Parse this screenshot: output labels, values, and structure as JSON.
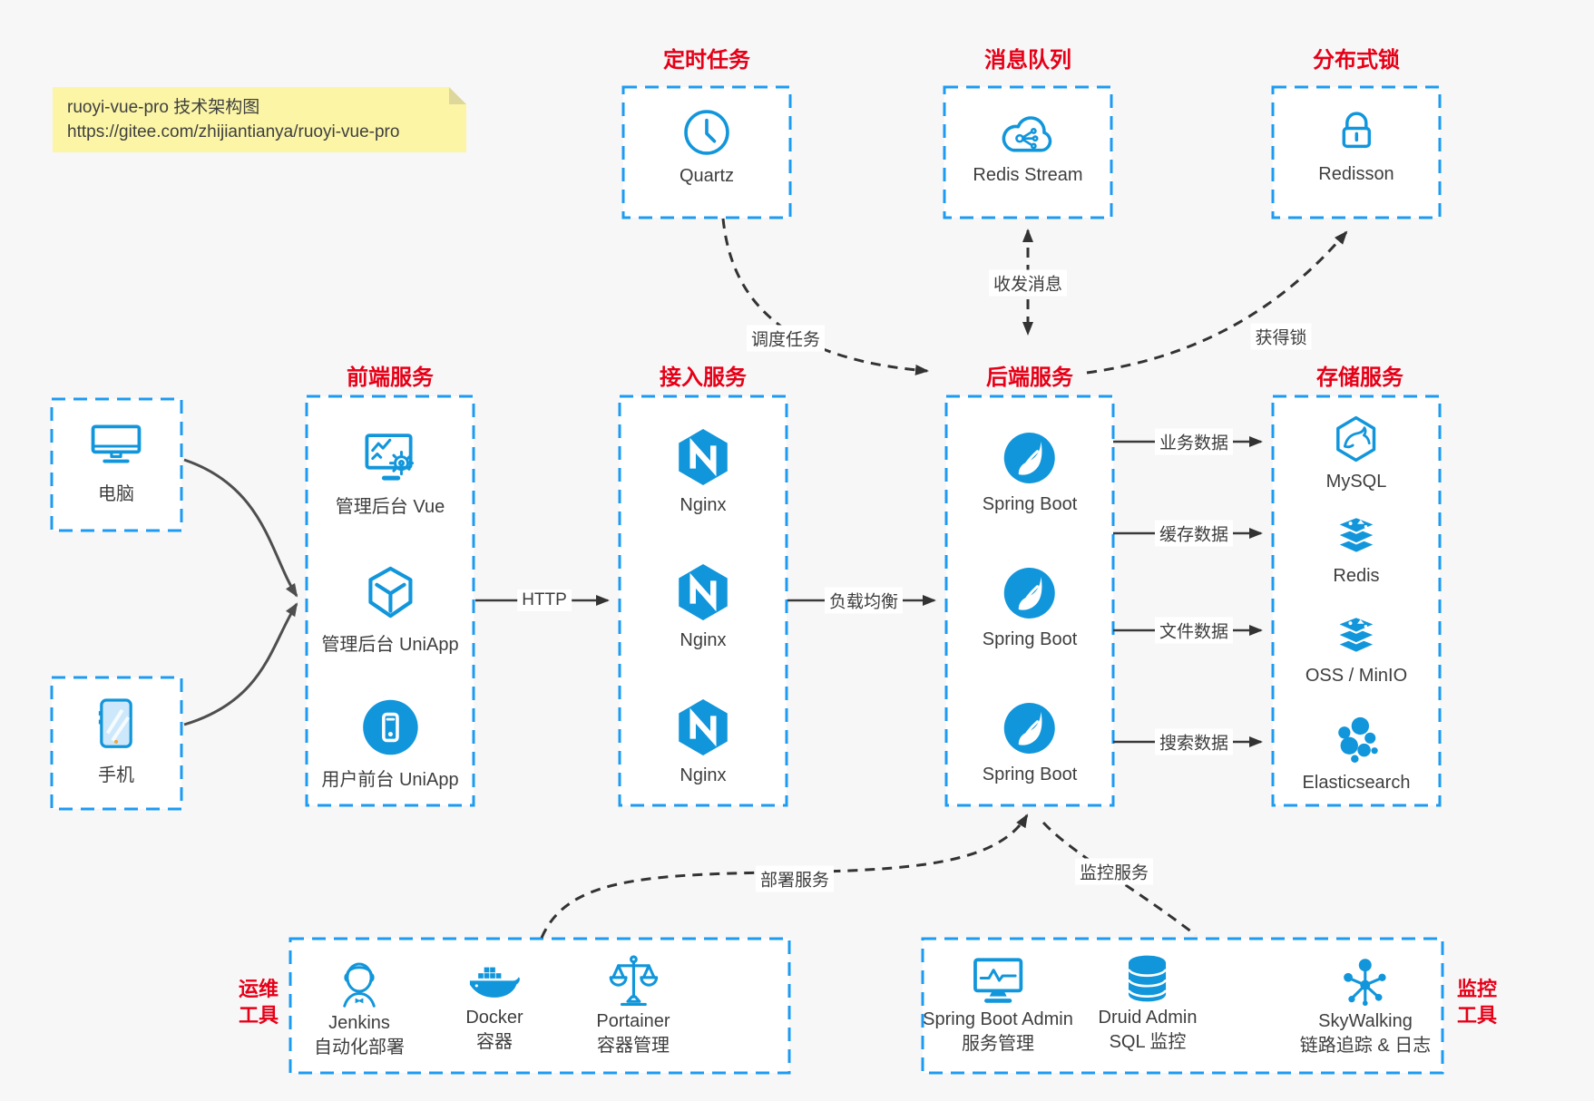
{
  "colors": {
    "icon_blue": "#1296db",
    "box_border_blue": "#1d9bf2",
    "title_red": "#e60017",
    "arrow_dark": "#333333",
    "arrow_gray": "#4e4e4e",
    "note_bg": "#fbf5a5",
    "page_bg": "#f7f7f8"
  },
  "note": {
    "line1": "ruoyi-vue-pro 技术架构图",
    "line2": "https://gitee.com/zhijiantianya/ruoyi-vue-pro"
  },
  "top_groups": [
    {
      "title": "定时任务",
      "item": {
        "icon": "clock-icon",
        "label": "Quartz"
      }
    },
    {
      "title": "消息队列",
      "item": {
        "icon": "cloud-network-icon",
        "label": "Redis Stream"
      }
    },
    {
      "title": "分布式锁",
      "item": {
        "icon": "lock-icon",
        "label": "Redisson"
      }
    }
  ],
  "clients": [
    {
      "icon": "desktop-icon",
      "label": "电脑"
    },
    {
      "icon": "smartphone-icon",
      "label": "手机"
    }
  ],
  "main_groups": [
    {
      "title": "前端服务",
      "items": [
        {
          "icon": "admin-vue-icon",
          "label": "管理后台 Vue"
        },
        {
          "icon": "uniapp-cube-icon",
          "label": "管理后台 UniApp"
        },
        {
          "icon": "user-app-icon",
          "label": "用户前台 UniApp"
        }
      ]
    },
    {
      "title": "接入服务",
      "items": [
        {
          "icon": "nginx-icon",
          "label": "Nginx"
        },
        {
          "icon": "nginx-icon",
          "label": "Nginx"
        },
        {
          "icon": "nginx-icon",
          "label": "Nginx"
        }
      ]
    },
    {
      "title": "后端服务",
      "items": [
        {
          "icon": "spring-boot-icon",
          "label": "Spring Boot"
        },
        {
          "icon": "spring-boot-icon",
          "label": "Spring Boot"
        },
        {
          "icon": "spring-boot-icon",
          "label": "Spring Boot"
        }
      ]
    },
    {
      "title": "存储服务",
      "items": [
        {
          "icon": "mysql-icon",
          "label": "MySQL"
        },
        {
          "icon": "redis-stack-icon",
          "label": "Redis"
        },
        {
          "icon": "redis-stack-icon",
          "label": "OSS / MinIO"
        },
        {
          "icon": "elasticsearch-icon",
          "label": "Elasticsearch"
        }
      ]
    }
  ],
  "bottom_groups": [
    {
      "side_label_line1": "运维",
      "side_label_line2": "工具",
      "items": [
        {
          "icon": "jenkins-icon",
          "name": "Jenkins",
          "desc": "自动化部署"
        },
        {
          "icon": "docker-icon",
          "name": "Docker",
          "desc": "容器"
        },
        {
          "icon": "portainer-icon",
          "name": "Portainer",
          "desc": "容器管理"
        }
      ]
    },
    {
      "side_label_line1": "监控",
      "side_label_line2": "工具",
      "items": [
        {
          "icon": "monitor-chart-icon",
          "name": "Spring Boot Admin",
          "desc": "服务管理"
        },
        {
          "icon": "database-icon",
          "name": "Druid Admin",
          "desc": "SQL 监控"
        },
        {
          "icon": "skywalking-icon",
          "name": "SkyWalking",
          "desc": "链路追踪 & 日志"
        }
      ]
    }
  ],
  "edges": {
    "http": "HTTP",
    "load_balance": "负载均衡",
    "business_data": "业务数据",
    "cache_data": "缓存数据",
    "file_data": "文件数据",
    "search_data": "搜索数据",
    "schedule_task": "调度任务",
    "send_receive_message": "收发消息",
    "acquire_lock": "获得锁",
    "deploy_service": "部署服务",
    "monitor_service": "监控服务"
  }
}
